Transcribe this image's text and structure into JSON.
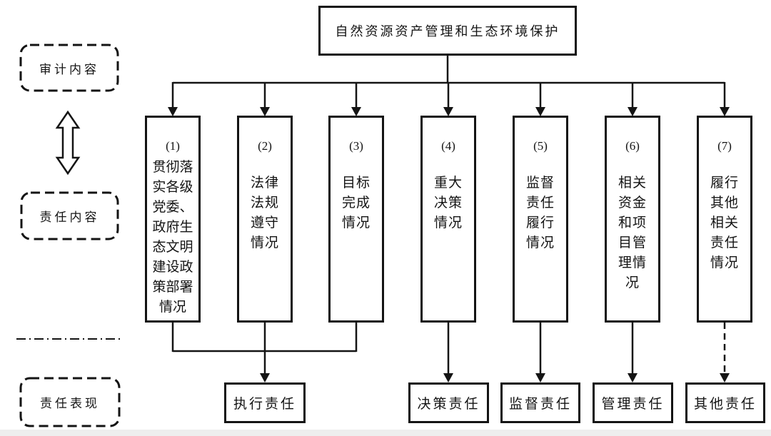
{
  "diagram": {
    "root": {
      "label": "自然资源资产管理和生态环境保护"
    },
    "side_labels": {
      "audit_content": "审计内容",
      "responsibility_content": "责任内容",
      "responsibility_performance": "责任表现"
    },
    "items": [
      {
        "num": "(1)",
        "text": "贯彻落\n实各级\n党委、\n政府生\n态文明\n建设政\n策部署\n情况"
      },
      {
        "num": "(2)",
        "text": "法律\n法规\n遵守\n情况"
      },
      {
        "num": "(3)",
        "text": "目标\n完成\n情况"
      },
      {
        "num": "(4)",
        "text": "重大\n决策\n情况"
      },
      {
        "num": "(5)",
        "text": "监督\n责任\n履行\n情况"
      },
      {
        "num": "(6)",
        "text": "相关\n资金\n和项\n目管\n理情\n况"
      },
      {
        "num": "(7)",
        "text": "履行\n其他\n相关\n责任\n情况"
      }
    ],
    "responsibilities": [
      {
        "label": "执行责任"
      },
      {
        "label": "决策责任"
      },
      {
        "label": "监督责任"
      },
      {
        "label": "管理责任"
      },
      {
        "label": "其他责任"
      }
    ],
    "colors": {
      "line": "#141414",
      "background": "#ffffff"
    }
  }
}
